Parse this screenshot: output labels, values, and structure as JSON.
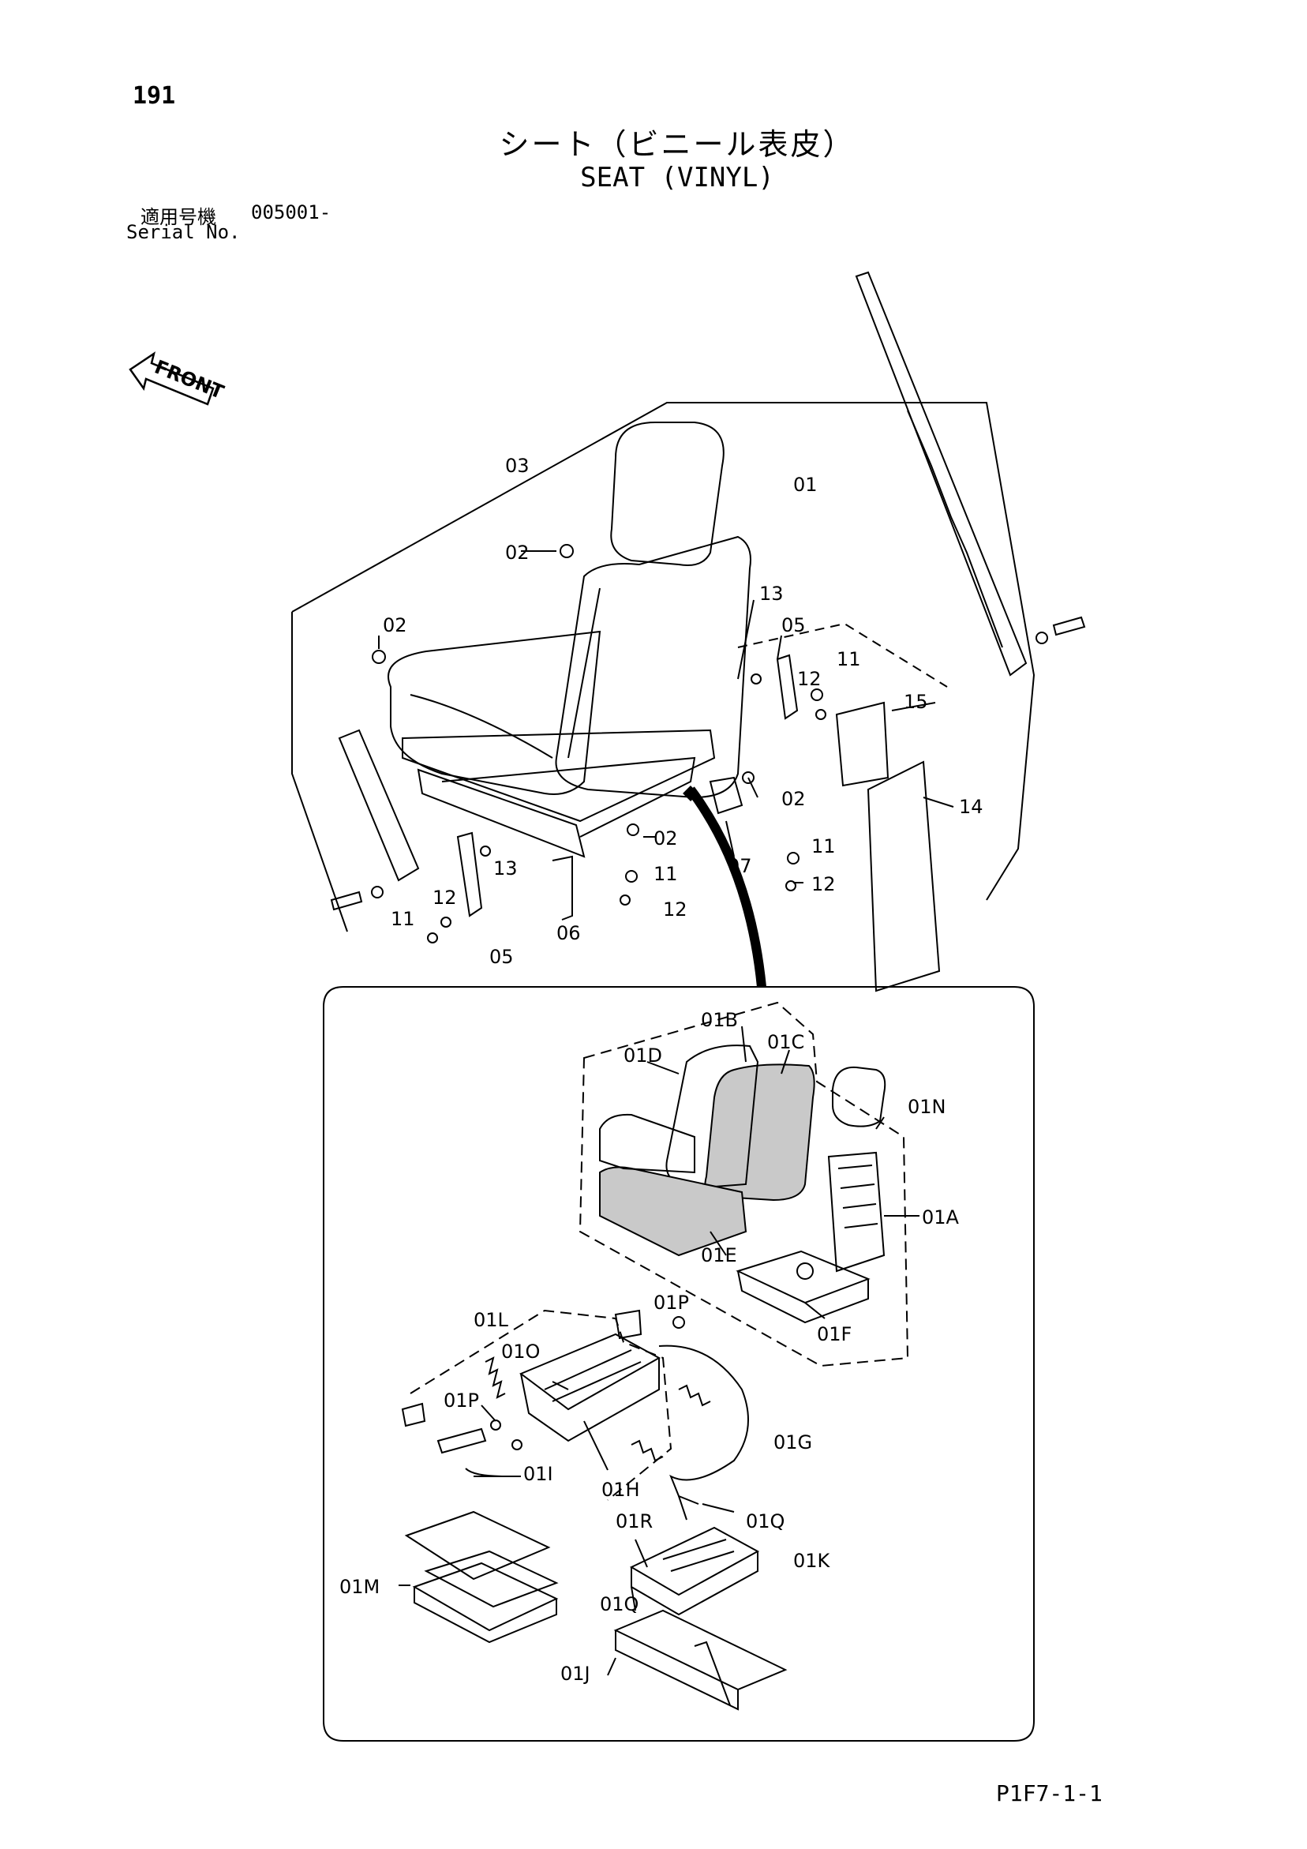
{
  "page_number": "191",
  "title_jp": "シート（ビニール表皮）",
  "title_en": "SEAT (VINYL)",
  "serial": {
    "label_jp": "適用号機",
    "value": "005001-",
    "label_en": "Serial No."
  },
  "front_label": "FRONT",
  "footer_code": "P1F7-1-1",
  "callouts": [
    {
      "label": "03"
    },
    {
      "label": "01"
    },
    {
      "label": "02"
    },
    {
      "label": "02"
    },
    {
      "label": "13"
    },
    {
      "label": "05"
    },
    {
      "label": "11"
    },
    {
      "label": "12"
    },
    {
      "label": "15"
    },
    {
      "label": "14"
    },
    {
      "label": "02"
    },
    {
      "label": "02"
    },
    {
      "label": "07"
    },
    {
      "label": "11"
    },
    {
      "label": "12"
    },
    {
      "label": "13"
    },
    {
      "label": "12"
    },
    {
      "label": "11"
    },
    {
      "label": "12"
    },
    {
      "label": "11"
    },
    {
      "label": "06"
    },
    {
      "label": "05"
    },
    {
      "label": "01B"
    },
    {
      "label": "01C"
    },
    {
      "label": "01D"
    },
    {
      "label": "01N"
    },
    {
      "label": "01A"
    },
    {
      "label": "01E"
    },
    {
      "label": "01F"
    },
    {
      "label": "01L"
    },
    {
      "label": "01P"
    },
    {
      "label": "01O"
    },
    {
      "label": "01P"
    },
    {
      "label": "01G"
    },
    {
      "label": "01I"
    },
    {
      "label": "01H"
    },
    {
      "label": "01R"
    },
    {
      "label": "01Q"
    },
    {
      "label": "01K"
    },
    {
      "label": "01M"
    },
    {
      "label": "01Q"
    },
    {
      "label": "01J"
    }
  ]
}
